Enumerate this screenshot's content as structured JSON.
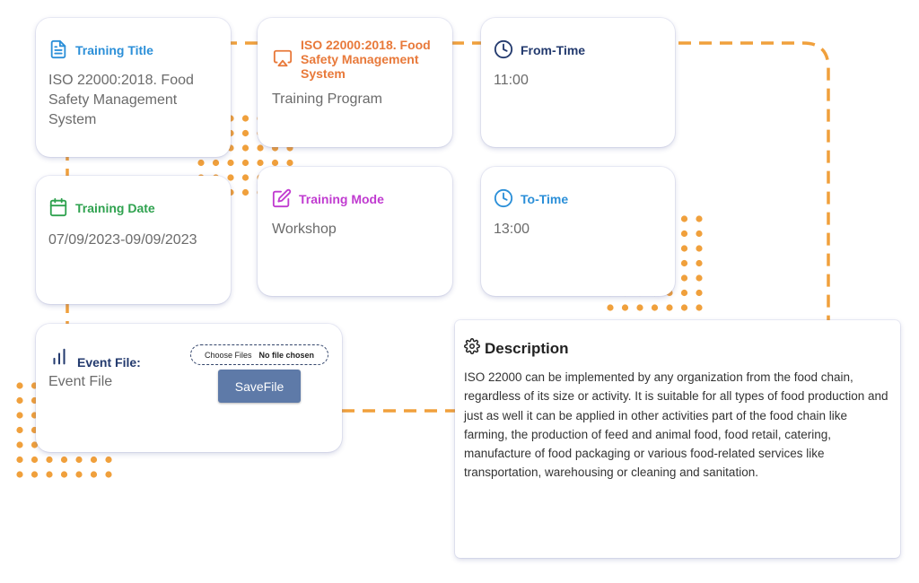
{
  "colors": {
    "accent_orange": "#f0a03c",
    "title_blue": "#2b8fd8",
    "program_orange": "#e8793a",
    "from_navy": "#233a6e",
    "date_green": "#2fa24f",
    "mode_purple": "#c03bd0",
    "to_blue": "#2b8fd8",
    "file_navy": "#233a6e",
    "button": "#5e7aa8"
  },
  "training_title": {
    "icon": "document-icon",
    "label": "Training Title",
    "value": "ISO 22000:2018. Food Safety Management System"
  },
  "program": {
    "icon": "cast-icon",
    "label": "ISO 22000:2018. Food Safety Management System",
    "value": "Training Program"
  },
  "from_time": {
    "icon": "clock-icon",
    "label": "From-Time",
    "value": "11:00"
  },
  "training_date": {
    "icon": "calendar-icon",
    "label": "Training Date",
    "value": "07/09/2023-09/09/2023"
  },
  "training_mode": {
    "icon": "edit-icon",
    "label": "Training Mode",
    "value": "Workshop"
  },
  "to_time": {
    "icon": "clock-icon",
    "label": "To-Time",
    "value": "13:00"
  },
  "event_file": {
    "icon": "bar-chart-icon",
    "label": "Event File:",
    "value": "Event File",
    "choose_label": "Choose Files",
    "no_file": "No file chosen",
    "save_label": "SaveFile"
  },
  "description": {
    "icon": "gear-icon",
    "label": "Description",
    "text": "ISO 22000 can be implemented by any organization from the food chain, regardless of its size or activity. It is suitable for all types of food production and just as well it can be applied in other activities part of the food chain like farming, the production of feed and animal food, food retail, catering, manufacture of food packaging or various food-related services like transportation, warehousing or cleaning and sanitation."
  }
}
